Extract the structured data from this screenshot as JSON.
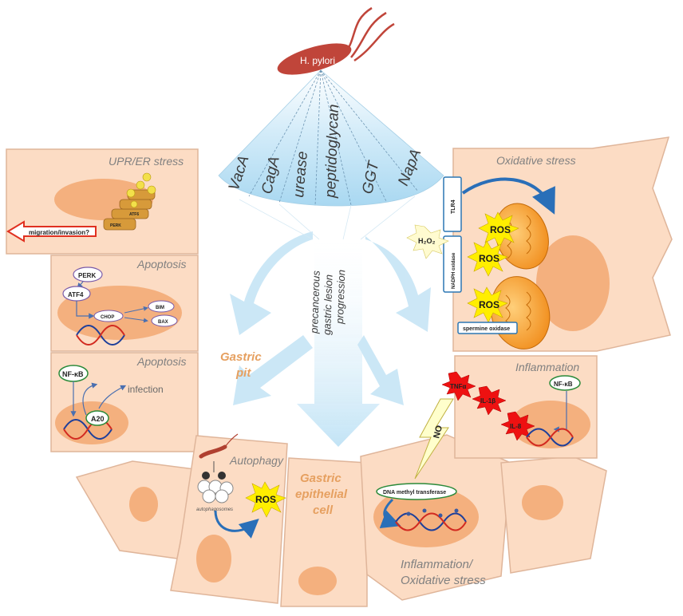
{
  "bacterium": {
    "label": "H. pylori"
  },
  "virulence_factors": [
    "VacA",
    "CagA",
    "urease",
    "peptidoglycan",
    "GGT",
    "NapA"
  ],
  "center": {
    "progression_lines": [
      "precancerous",
      "gastric lesion",
      "progression"
    ],
    "gastric_pit": [
      "Gastric",
      "pit"
    ],
    "epithelial_cell": [
      "Gastric",
      "epithelial",
      "cell"
    ]
  },
  "panels": {
    "upr": {
      "title": "UPR/ER stress",
      "arrow_label": "migration/invasion?",
      "perk": "PERK",
      "atf": "ATF6"
    },
    "apoptosis1": {
      "title": "Apoptosis",
      "perk": "PERK",
      "atf4": "ATF4",
      "chop": "CHOP",
      "bim": "BIM",
      "bax": "BAX"
    },
    "apoptosis2": {
      "title": "Apoptosis",
      "nfkb": "NF-κB",
      "a20": "A20",
      "infection": "infection"
    },
    "autophagy": {
      "title": "Autophagy",
      "autophagosomes": "autophagosomes",
      "ros": "ROS"
    },
    "oxidative": {
      "title": "Oxidative stress",
      "tlr4": "TLR4",
      "nadph": "NADPH oxidase",
      "h2o2": "H₂O₂",
      "ros": [
        "ROS",
        "ROS",
        "ROS"
      ],
      "spermine": "spermine oxidase"
    },
    "inflammation": {
      "title": "Inflammation",
      "tnf": "TNFα",
      "il1b": "IL-1β",
      "il8": "IL-8",
      "nfkb": "NF-κB"
    },
    "inflam_ox": {
      "title_lines": [
        "Inflammation/",
        "Oxidative stress"
      ],
      "no": "NO",
      "dnmt": "DNA methyl transferase"
    }
  },
  "colors": {
    "cell_fill": "#fcdcc4",
    "cell_stroke": "#e0a888",
    "nucleus": "#f4b07e",
    "fan": "#bfe3f6",
    "arrow": "#c9e6f6",
    "ros_star": "#ffee00",
    "cyto_star": "#ee1111",
    "bacterium": "#c0453a",
    "mito": "#f7a83a"
  }
}
